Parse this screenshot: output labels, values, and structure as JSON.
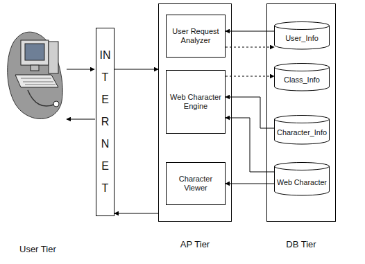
{
  "diagram": {
    "nodes": [
      {
        "text": [
          "INTERNET"
        ]
      },
      {
        "text": [
          "AP Tier"
        ]
      },
      {
        "text": [
          "User Request Analyzer"
        ],
        "in": 1
      },
      {
        "text": [
          "Web Character Engine"
        ],
        "in": 1
      },
      {
        "text": [
          "Character Viewer"
        ],
        "in": 1
      },
      {
        "text": [
          "DB Tier"
        ]
      },
      {
        "text": [
          "User_Info"
        ],
        "in": 5
      },
      {
        "text": [
          "Class_Info"
        ],
        "in": 5
      },
      {
        "text": [
          "Character_Info"
        ],
        "in": 5
      },
      {
        "text": [
          "Web Character"
        ],
        "in": 5
      }
    ],
    "edges": [
      {
        "from": 0,
        "to": 1,
        "arrow": "to"
      },
      {
        "from": 1,
        "to": 0,
        "arrow": "to"
      },
      {
        "from": 6,
        "to": 2,
        "arrow": "to"
      },
      {
        "from": 2,
        "to": 6,
        "arrow": "to"
      },
      {
        "from": 3,
        "to": 7,
        "arrow": "to"
      },
      {
        "from": 8,
        "to": 3,
        "arrow": "to"
      },
      {
        "from": 9,
        "to": 3,
        "arrow": "to"
      },
      {
        "from": 9,
        "to": 4,
        "arrow": "to"
      }
    ],
    "labels": [
      "User Tier"
    ]
  }
}
